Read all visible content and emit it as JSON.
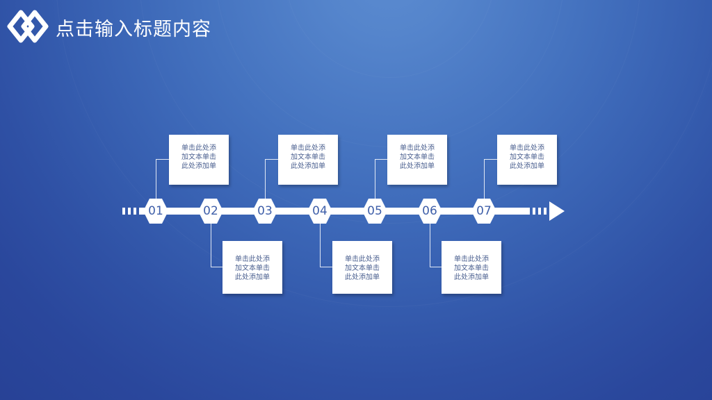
{
  "header": {
    "title": "点击输入标题内容"
  },
  "timeline": {
    "steps": [
      {
        "number": "01",
        "text_lines": [
          "单击此处添",
          "加文本单击",
          "此处添加单"
        ]
      },
      {
        "number": "02",
        "text_lines": [
          "单击此处添",
          "加文本单击",
          "此处添加单"
        ]
      },
      {
        "number": "03",
        "text_lines": [
          "单击此处添",
          "加文本单击",
          "此处添加单"
        ]
      },
      {
        "number": "04",
        "text_lines": [
          "单击此处添",
          "加文本单击",
          "此处添加单"
        ]
      },
      {
        "number": "05",
        "text_lines": [
          "单击此处添",
          "加文本单击",
          "此处添加单"
        ]
      },
      {
        "number": "06",
        "text_lines": [
          "单击此处添",
          "加文本单击",
          "此处添加单"
        ]
      },
      {
        "number": "07",
        "text_lines": [
          "单击此处添",
          "加文本单击",
          "此处添加单"
        ]
      }
    ]
  },
  "colors": {
    "accent": "#3f5fa9",
    "background_center": "#5b8bd0",
    "background_edge": "#263f93",
    "card_text": "#4a5f8f"
  }
}
